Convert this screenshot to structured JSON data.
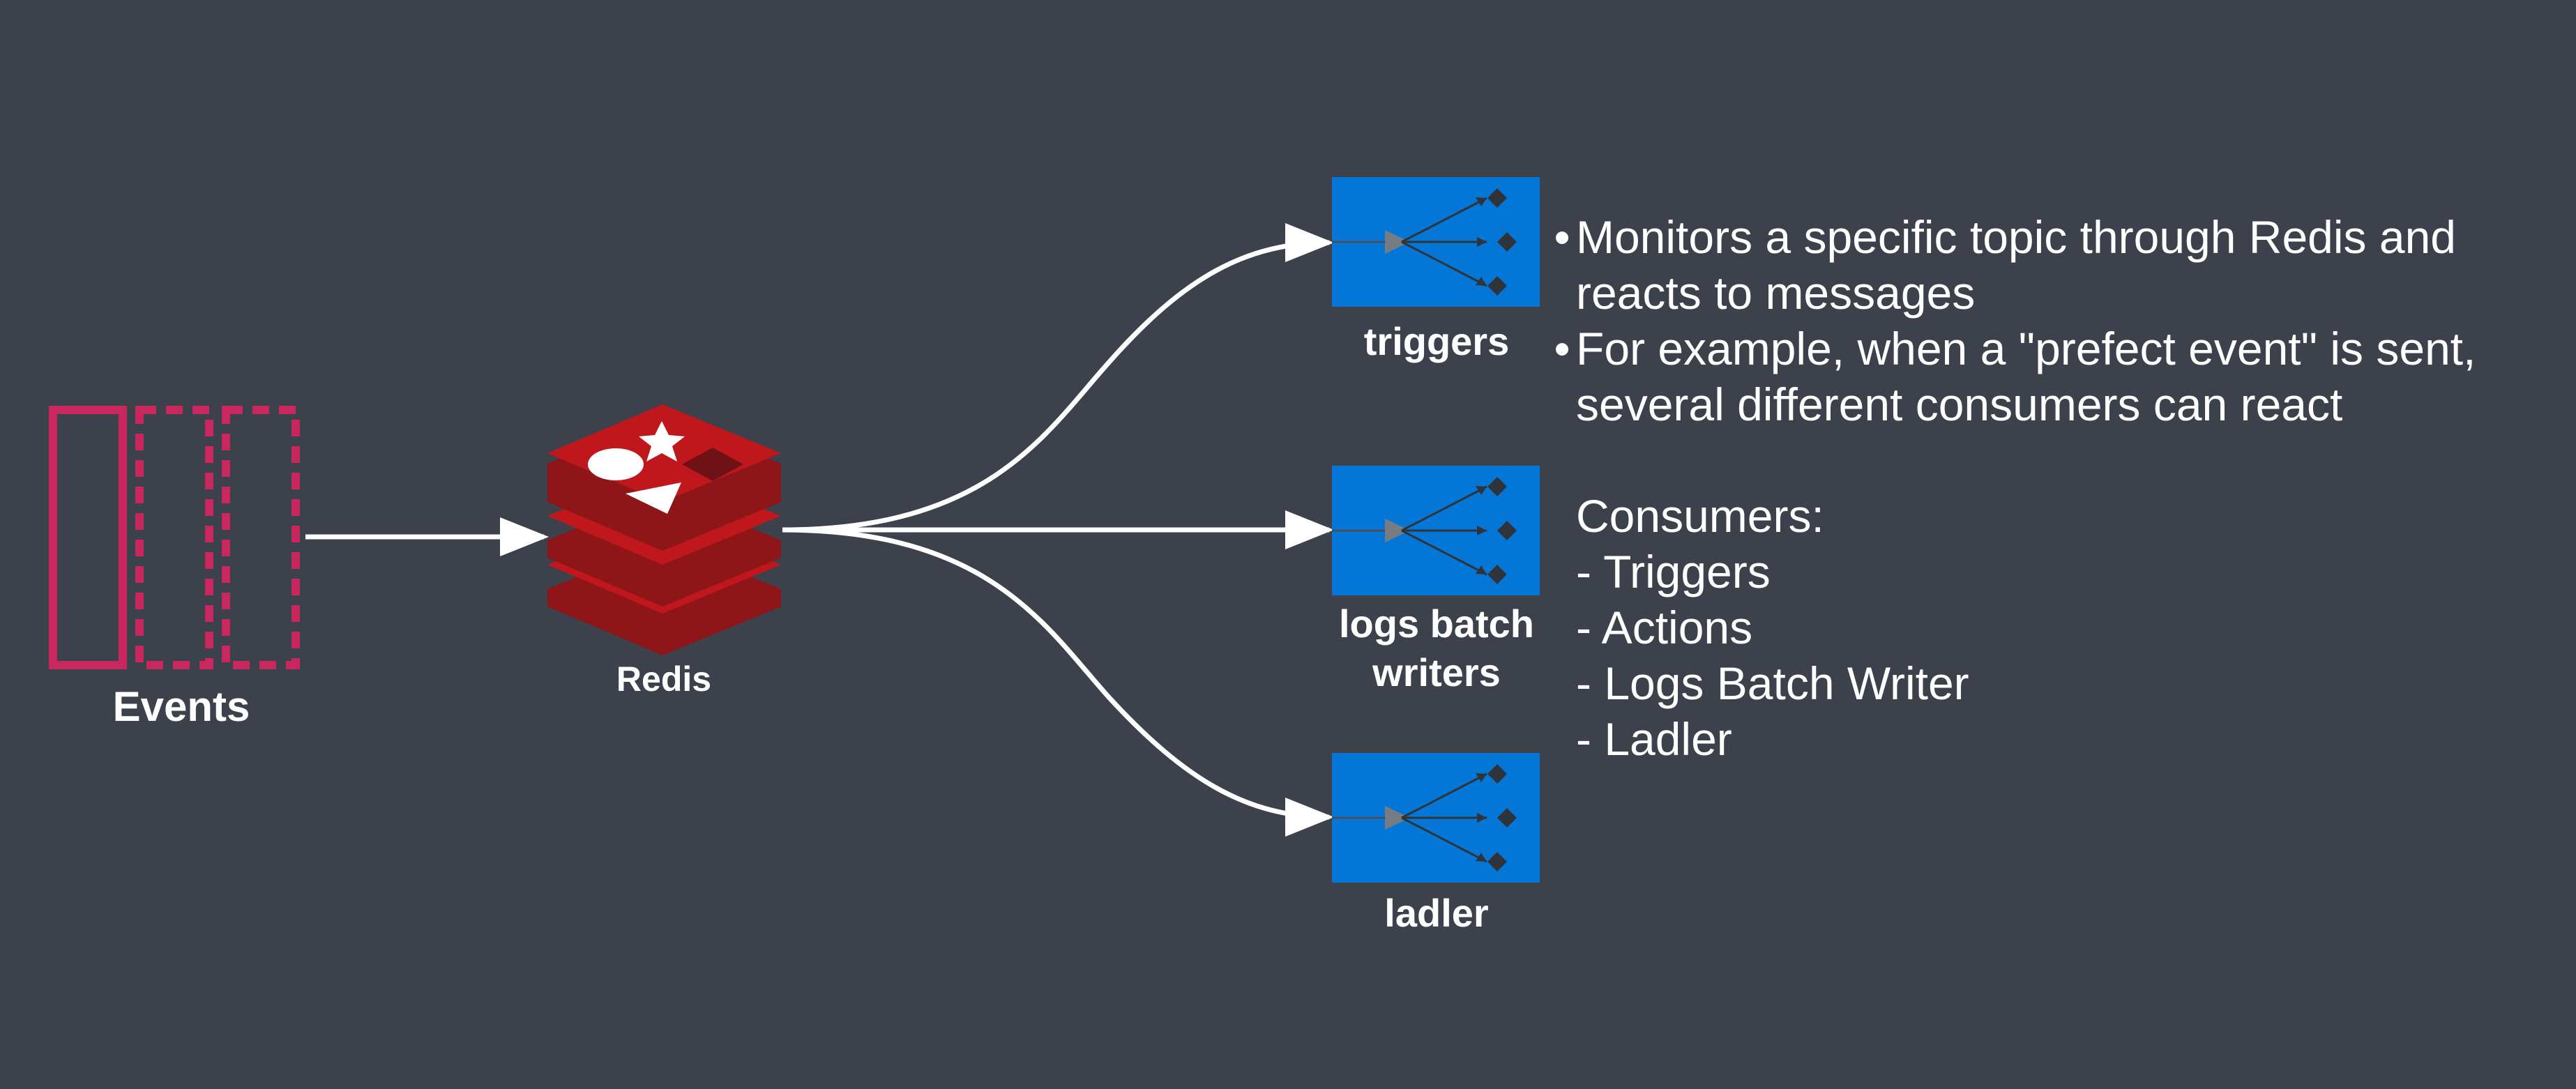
{
  "nodes": {
    "events": {
      "label": "Events"
    },
    "redis": {
      "label": "Redis"
    },
    "consumers": [
      {
        "id": "triggers",
        "label": "triggers"
      },
      {
        "id": "logs",
        "label_line1": "logs batch",
        "label_line2": "writers"
      },
      {
        "id": "ladler",
        "label": "ladler"
      }
    ]
  },
  "notes": {
    "bullets": [
      "Monitors a specific topic through Redis and reacts to messages",
      "For example, when a \"prefect event\" is sent, several different consumers can react"
    ],
    "consumers_heading": "Consumers:",
    "consumers_list": [
      "- Triggers",
      "- Actions",
      "- Logs Batch Writer",
      "- Ladler"
    ]
  },
  "colors": {
    "background": "#3c414b",
    "events_stroke": "#c9285f",
    "redis_red": "#c0171c",
    "redis_dark": "#8e1518",
    "consumer_box": "#0477d6",
    "edge": "#ffffff"
  },
  "icons": {
    "events": "message-queue-icon",
    "redis": "redis-logo-icon",
    "consumer": "fan-out-icon"
  }
}
